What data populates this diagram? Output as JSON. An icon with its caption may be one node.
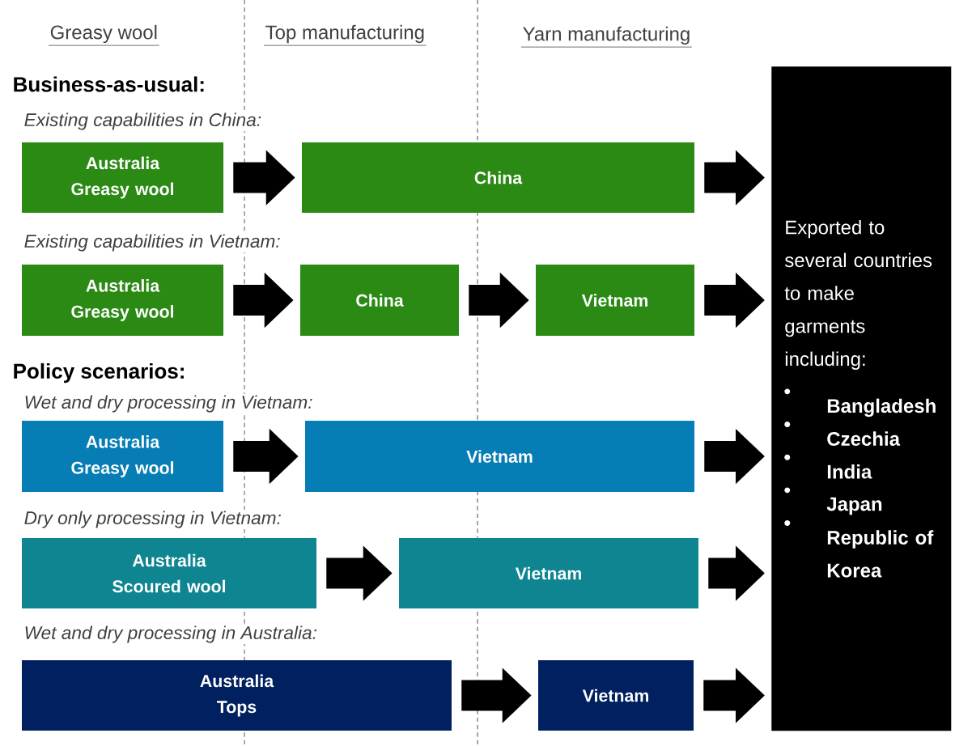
{
  "diagram": {
    "nodes": [
      {
        "text": [
          "Australia Greasy wool"
        ]
      },
      {
        "text": [
          "China"
        ]
      },
      {
        "text": [
          "Australia Greasy wool"
        ]
      },
      {
        "text": [
          "China"
        ]
      },
      {
        "text": [
          "Vietnam"
        ]
      },
      {
        "text": [
          "Australia Greasy wool"
        ]
      },
      {
        "text": [
          "Vietnam"
        ]
      },
      {
        "text": [
          "Australia Scoured wool"
        ]
      },
      {
        "text": [
          "Vietnam"
        ]
      },
      {
        "text": [
          "Australia Tops"
        ]
      },
      {
        "text": [
          "Vietnam"
        ]
      },
      {
        "text": [
          "Exported to several countries to make garments including:",
          "Bangladesh",
          "Czechia",
          "India",
          "Japan",
          "Republic of Korea"
        ]
      }
    ],
    "edges": [
      {
        "from": 0,
        "to": 1,
        "arrow": "to"
      },
      {
        "from": 1,
        "to": 11,
        "arrow": "to"
      },
      {
        "from": 2,
        "to": 3,
        "arrow": "to"
      },
      {
        "from": 3,
        "to": 4,
        "arrow": "to"
      },
      {
        "from": 4,
        "to": 11,
        "arrow": "to"
      },
      {
        "from": 5,
        "to": 6,
        "arrow": "to"
      },
      {
        "from": 6,
        "to": 11,
        "arrow": "to"
      },
      {
        "from": 7,
        "to": 8,
        "arrow": "to"
      },
      {
        "from": 8,
        "to": 11,
        "arrow": "to"
      },
      {
        "from": 9,
        "to": 10,
        "arrow": "to"
      },
      {
        "from": 10,
        "to": 11,
        "arrow": "to"
      }
    ],
    "labels": [
      "Greasy wool",
      "Top manufacturing",
      "Yarn manufacturing",
      "Business-as-usual:",
      "Existing capabilities in China:",
      "Existing capabilities in Vietnam:",
      "Policy scenarios:",
      "Wet and dry processing in Vietnam:",
      "Dry only processing in Vietnam:",
      "Wet and dry processing in Australia:"
    ]
  }
}
